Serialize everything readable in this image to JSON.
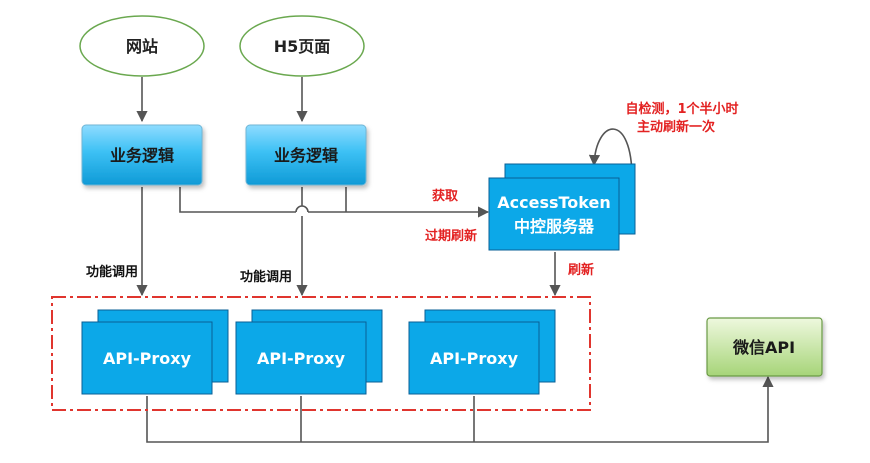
{
  "nodes": {
    "website": "网站",
    "h5_page": "H5页面",
    "biz_logic_1": "业务逻辑",
    "biz_logic_2": "业务逻辑",
    "token_server_line1": "AccessToken",
    "token_server_line2": "中控服务器",
    "proxy_1": "API-Proxy",
    "proxy_2": "API-Proxy",
    "proxy_3": "API-Proxy",
    "wechat_api": "微信API"
  },
  "labels": {
    "self_check_line1": "自检测，1个半小时",
    "self_check_line2": "主动刷新一次",
    "fetch": "获取",
    "expired_refresh": "过期刷新",
    "refresh": "刷新",
    "call_1": "功能调用",
    "call_2": "功能调用"
  },
  "colors": {
    "ellipse_border": "#6aa84f",
    "ellipse_fill": "#ffffff",
    "biz_top": "#8fdcff",
    "biz_bottom": "#12a4e2",
    "proxy_fill": "#0ca8e8",
    "proxy_border": "#0a5f96",
    "wechat_top": "#e6f4cf",
    "wechat_bottom": "#a8d67a",
    "wechat_border": "#6a9a45",
    "accent_red": "#e32222",
    "dashed_frame": "#e0352e",
    "line": "#555555"
  }
}
